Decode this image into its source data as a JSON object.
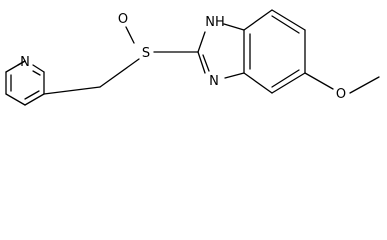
{
  "molecule": {
    "atoms": {
      "N_pyridine": "N",
      "S": "S",
      "O_sulfinyl": "O",
      "NH_imidazole": "NH",
      "N_imidazole": "N",
      "O_methoxy": "O"
    }
  }
}
